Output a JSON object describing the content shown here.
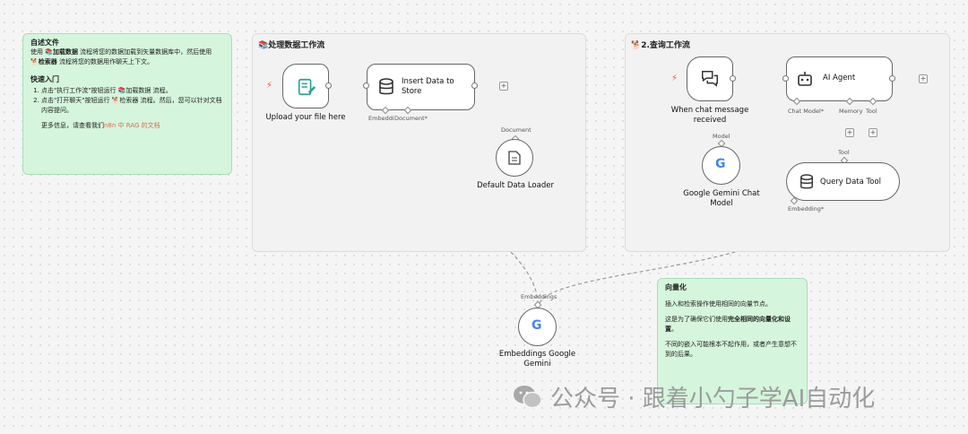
{
  "note_intro": {
    "title": "自述文件",
    "line1_pre": "使用 ",
    "line1_em": "📚加载数据",
    "line1_post": " 流程将您的数据加载到矢量数据库中，然后使用",
    "line2_em": "🐕检索器",
    "line2_post": " 流程将您的数据用作聊天上下文。",
    "quick_title": "快速入门",
    "steps": [
      "点击\"执行工作流\"按钮运行 📚加载数据 流程。",
      "点击\"打开聊天\"按钮运行 🐕检索器 流程。然后，您可以针对文档内容提问。"
    ],
    "more_pre": "更多信息，请查看我们",
    "more_link": "n8n 中 RAG 的文档"
  },
  "group_process": {
    "title": "📚处理数据工作流"
  },
  "group_query": {
    "title": "🐕2.查询工作流"
  },
  "nodes": {
    "upload": {
      "label": "Upload your file here"
    },
    "insert": {
      "label_line1": "Insert Data to",
      "label_line2": "Store",
      "port_embedding": "Embeddi",
      "port_document": "Document*"
    },
    "loader": {
      "label": "Default Data Loader",
      "port": "Document"
    },
    "chat_trigger": {
      "label_line1": "When chat message",
      "label_line2": "received"
    },
    "agent": {
      "label": "AI Agent",
      "port_chat_model": "Chat Model*",
      "port_memory": "Memory",
      "port_tool": "Tool"
    },
    "gemini_chat": {
      "label_line1": "Google Gemini Chat",
      "label_line2": "Model",
      "port": "Model"
    },
    "query_tool": {
      "label": "Query Data Tool",
      "port_tool": "Tool",
      "port_embedding": "Embedding*"
    },
    "embeddings": {
      "label_line1": "Embeddings Google",
      "label_line2": "Gemini",
      "port": "Embeddings"
    }
  },
  "note_vector": {
    "title": "向量化",
    "p1": "插入和检索操作使用相同的向量节点。",
    "p2_pre": "这是为了确保它们使用",
    "p2_em": "完全相同的向量化和设置",
    "p2_post": "。",
    "p3": "不同的嵌入可能根本不起作用，或者产生意想不到的后果。"
  },
  "watermark": {
    "text": "公众号 · 跟着小勺子学AI自动化"
  },
  "icons": {
    "bolt": "bolt-icon",
    "form": "form-icon",
    "database": "database-icon",
    "document": "document-icon",
    "chat": "chat-icon",
    "robot": "robot-icon",
    "google": "google-icon",
    "wechat": "wechat-icon"
  },
  "colors": {
    "accent_bolt": "#e4573b",
    "note_bg": "#d5f5dc",
    "link": "#e06a4b",
    "google_blue": "#4285f4"
  }
}
